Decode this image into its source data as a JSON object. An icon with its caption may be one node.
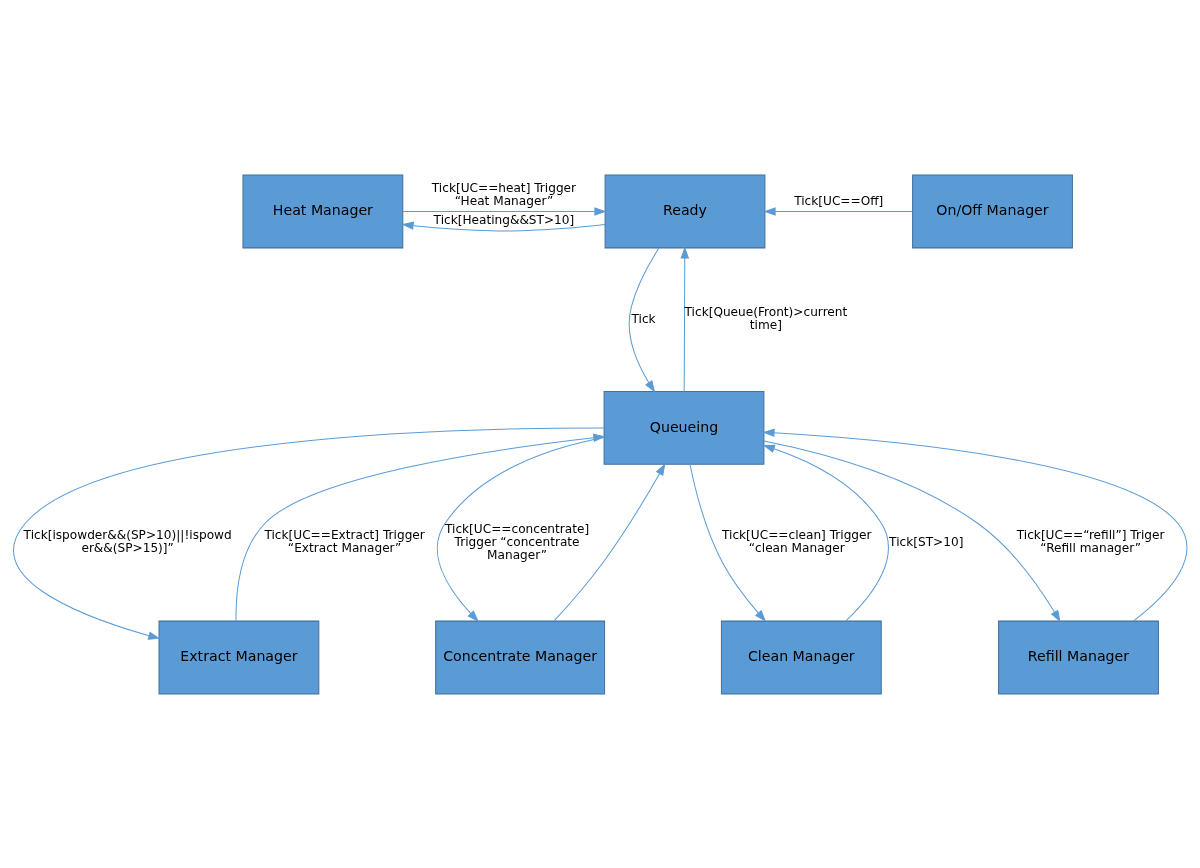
{
  "diagram": {
    "nodes": [
      {
        "text": [
          "Heat Manager"
        ]
      },
      {
        "text": [
          "Ready"
        ]
      },
      {
        "text": [
          "On/Off Manager"
        ]
      },
      {
        "text": [
          "Queueing"
        ]
      },
      {
        "text": [
          "Extract Manager"
        ]
      },
      {
        "text": [
          "Refill Manager"
        ]
      },
      {
        "text": [
          "Concentrate Manager"
        ]
      },
      {
        "text": [
          "Clean Manager"
        ]
      }
    ],
    "edges": [
      {
        "from": 0,
        "to": 1,
        "arrow": "to",
        "label": "Tick[UC==heat] Trigger “Heat Manager”"
      },
      {
        "from": 1,
        "to": 0,
        "arrow": "to",
        "label": "Tick[Heating&&ST>10]"
      },
      {
        "from": 2,
        "to": 1,
        "arrow": "to",
        "label": "Tick[UC==Off]"
      },
      {
        "from": 1,
        "to": 3,
        "arrow": "to",
        "label": "Tick"
      },
      {
        "from": 3,
        "to": 1,
        "arrow": "to",
        "label": "Tick[Queue(Front)>current time]"
      },
      {
        "from": 4,
        "to": 3,
        "arrow": "to",
        "label": "Tick[UC==Extract] Trigger “Extract Manager”"
      },
      {
        "from": 3,
        "to": 4,
        "arrow": "to",
        "label": "Tick[ispowder&&(SP>10)||!ispowd er&&(SP>15)]”"
      },
      {
        "from": 3,
        "to": 5,
        "arrow": "to",
        "label": "Tick[UC==“refill”] Triger “Refill manager”"
      },
      {
        "from": 5,
        "to": 3,
        "arrow": "to"
      },
      {
        "from": 6,
        "to": 3,
        "arrow": "to"
      },
      {
        "from": 3,
        "to": 6,
        "arrow": "to",
        "label": "Tick[UC==concentrate] Trigger “concentrate Manager”"
      },
      {
        "from": 3,
        "to": 7,
        "arrow": "to",
        "label": "Tick[UC==clean] Trigger “clean Manager"
      },
      {
        "from": 7,
        "to": 3,
        "arrow": "to",
        "label": "Tick[ST>10]"
      }
    ]
  }
}
